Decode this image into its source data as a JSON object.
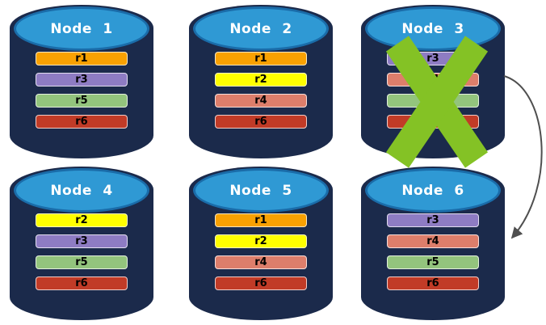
{
  "diagram": {
    "nodes": [
      {
        "label": "Node 1",
        "replicas": [
          {
            "label": "r1",
            "color": "#F9A102"
          },
          {
            "label": "r3",
            "color": "#8E7CC3"
          },
          {
            "label": "r5",
            "color": "#93C47D"
          },
          {
            "label": "r6",
            "color": "#C13B27"
          }
        ]
      },
      {
        "label": "Node 2",
        "replicas": [
          {
            "label": "r1",
            "color": "#F9A102"
          },
          {
            "label": "r2",
            "color": "#FFFF00"
          },
          {
            "label": "r4",
            "color": "#DD7E6B"
          },
          {
            "label": "r6",
            "color": "#C13B27"
          }
        ]
      },
      {
        "label": "Node 3",
        "replicas": [
          {
            "label": "r3",
            "color": "#8E7CC3"
          },
          {
            "label": "r4",
            "color": "#DD7E6B"
          },
          {
            "label": "r5",
            "color": "#93C47D"
          },
          {
            "label": "r6",
            "color": "#C13B27"
          }
        ]
      },
      {
        "label": "Node 4",
        "replicas": [
          {
            "label": "r2",
            "color": "#FFFF00"
          },
          {
            "label": "r3",
            "color": "#8E7CC3"
          },
          {
            "label": "r5",
            "color": "#93C47D"
          },
          {
            "label": "r6",
            "color": "#C13B27"
          }
        ]
      },
      {
        "label": "Node 5",
        "replicas": [
          {
            "label": "r1",
            "color": "#F9A102"
          },
          {
            "label": "r2",
            "color": "#FFFF00"
          },
          {
            "label": "r4",
            "color": "#DD7E6B"
          },
          {
            "label": "r6",
            "color": "#C13B27"
          }
        ]
      },
      {
        "label": "Node 6",
        "replicas": [
          {
            "label": "r3",
            "color": "#8E7CC3"
          },
          {
            "label": "r4",
            "color": "#DD7E6B"
          },
          {
            "label": "r5",
            "color": "#93C47D"
          },
          {
            "label": "r6",
            "color": "#C13B27"
          }
        ]
      }
    ],
    "annotations": {
      "failed_node": "Node 3",
      "failover_arrow": {
        "from": "Node 3",
        "to": "Node 6"
      }
    }
  },
  "colors": {
    "cylinder_body": "#1B2A4B",
    "cylinder_top": "#2F99D4",
    "failure_x": "#84C225",
    "arrow": "#4F4F4F"
  }
}
